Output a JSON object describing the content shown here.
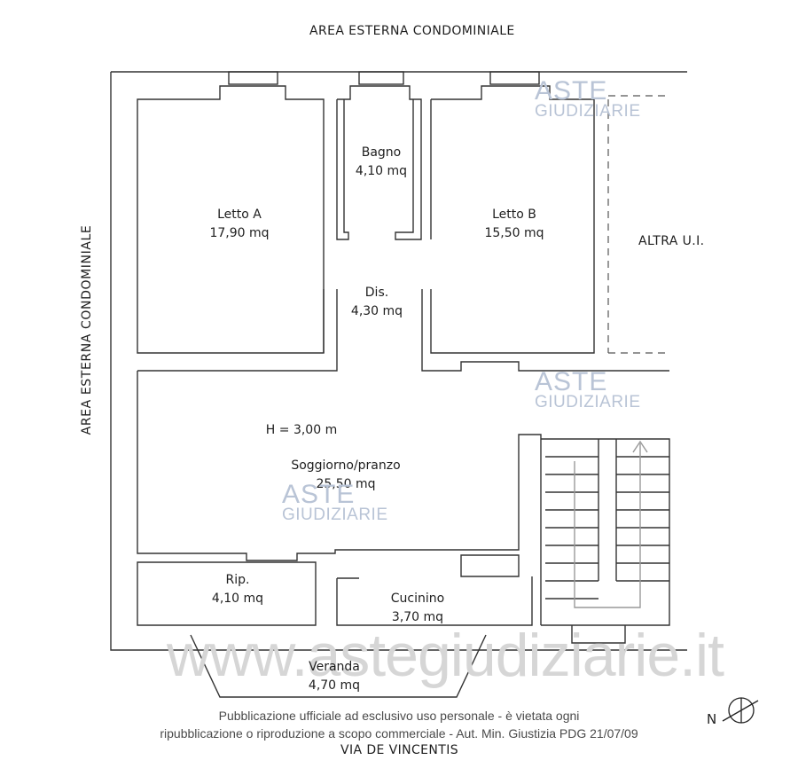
{
  "exterior": {
    "top": "AREA ESTERNA CONDOMINIALE",
    "left": "AREA ESTERNA CONDOMINIALE",
    "right": "ALTRA U.I.",
    "bottom": "VIA DE VINCENTIS"
  },
  "rooms": [
    {
      "name": "Letto A",
      "area": "17,90 mq"
    },
    {
      "name": "Bagno",
      "area": "4,10 mq"
    },
    {
      "name": "Letto B",
      "area": "15,50 mq"
    },
    {
      "name": "Dis.",
      "area": "4,30 mq"
    },
    {
      "name": "Soggiorno/pranzo",
      "area": "25,50 mq"
    },
    {
      "name": "Rip.",
      "area": "4,10 mq"
    },
    {
      "name": "Cucinino",
      "area": "3,70 mq"
    },
    {
      "name": "Veranda",
      "area": "4,70 mq"
    }
  ],
  "height_note": "H = 3,00 m",
  "watermark": {
    "brand_top": "ASTE",
    "brand_bottom": "GIUDIZIARIE",
    "site": "www.astegiudiziarie.it"
  },
  "notice": {
    "line1": "Pubblicazione ufficiale ad esclusivo uso personale - è vietata ogni",
    "line2": "ripubblicazione o riproduzione a scopo commerciale - Aut. Min. Giustizia PDG 21/07/09"
  },
  "north_label": "N"
}
